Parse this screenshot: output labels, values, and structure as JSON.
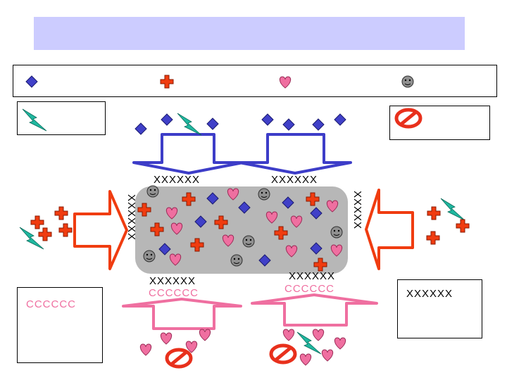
{
  "labels": {
    "top_left_arrow": "XXXXXX",
    "top_right_arrow": "XXXXXX",
    "left_side": "XXXXXX",
    "right_side": "XXXXX",
    "bottom_left_x": "XXXXXX",
    "bottom_left_c": "CCCCCC",
    "bottom_right_x": "XXXXXX",
    "bottom_right_c": "CCCCCC",
    "box_bottom_left": "CCCCCC",
    "box_bottom_right": "XXXXXX"
  },
  "legend": [
    "diamond-icon",
    "cross-icon",
    "heart-icon",
    "smiley-icon"
  ],
  "colors": {
    "title_bar": "#ccccff",
    "diamond": "#4040c8",
    "cross": "#f03c10",
    "heart": "#ef6fa0",
    "lightning": "#20b8a0",
    "chamber": "#b7b7b7",
    "blue_arrow": "#3d3dc8",
    "orange_arrow": "#f03c10",
    "pink_arrow": "#ef6fa0"
  }
}
